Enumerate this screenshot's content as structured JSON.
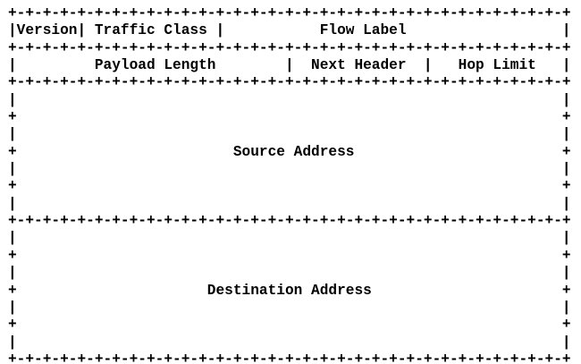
{
  "page": {
    "colors": {
      "background": "#ffffff",
      "text": "#000000"
    }
  },
  "diagram": {
    "type": "ascii-packet-format-diagram",
    "subject": "IPv6 fixed header layout (RFC 2460 style)",
    "fields": [
      "Version",
      "Traffic Class",
      "Flow Label",
      "Payload Length",
      "Next Header",
      "Hop Limit",
      "Source Address",
      "Destination Address"
    ],
    "ascii": "+-+-+-+-+-+-+-+-+-+-+-+-+-+-+-+-+-+-+-+-+-+-+-+-+-+-+-+-+-+-+-+-+\n|Version| Traffic Class |           Flow Label                  |\n+-+-+-+-+-+-+-+-+-+-+-+-+-+-+-+-+-+-+-+-+-+-+-+-+-+-+-+-+-+-+-+-+\n|         Payload Length        |  Next Header  |   Hop Limit   |\n+-+-+-+-+-+-+-+-+-+-+-+-+-+-+-+-+-+-+-+-+-+-+-+-+-+-+-+-+-+-+-+-+\n|                                                               |\n+                                                               +\n|                                                               |\n+                         Source Address                        +\n|                                                               |\n+                                                               +\n|                                                               |\n+-+-+-+-+-+-+-+-+-+-+-+-+-+-+-+-+-+-+-+-+-+-+-+-+-+-+-+-+-+-+-+-+\n|                                                               |\n+                                                               +\n|                                                               |\n+                      Destination Address                      +\n|                                                               |\n+                                                               +\n|                                                               |\n+-+-+-+-+-+-+-+-+-+-+-+-+-+-+-+-+-+-+-+-+-+-+-+-+-+-+-+-+-+-+-+-+"
  }
}
